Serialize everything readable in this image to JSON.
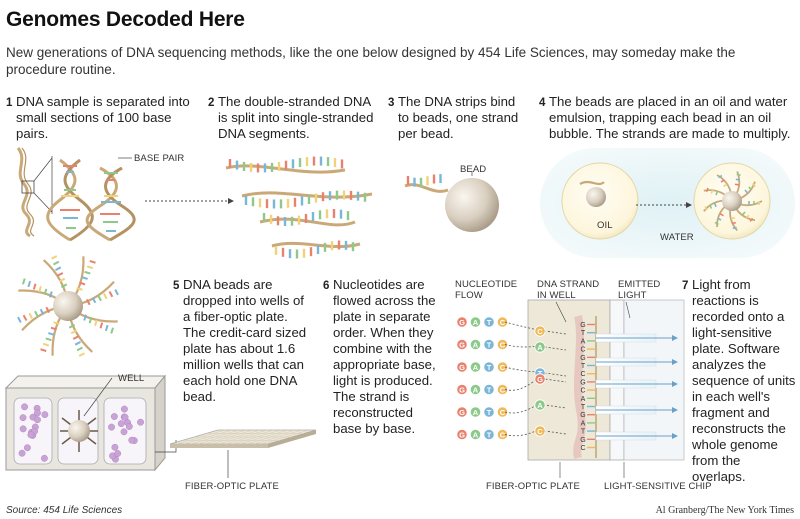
{
  "title": "Genomes Decoded Here",
  "subtitle": "New generations of DNA sequencing methods, like the one below designed by 454 Life Sciences, may someday make the procedure routine.",
  "steps": [
    {
      "num": "1",
      "text": "DNA sample is separated into small sections of 100 base pairs."
    },
    {
      "num": "2",
      "text": "The double-stranded DNA is split into single-stranded DNA segments."
    },
    {
      "num": "3",
      "text": "The DNA strips bind to beads, one strand per bead."
    },
    {
      "num": "4",
      "text": "The beads are placed in an oil and water emulsion, trapping each bead in an oil bubble. The strands are made to multiply."
    },
    {
      "num": "5",
      "text": "DNA beads are dropped into wells of a fiber-optic plate. The credit-card sized plate has about 1.6 million wells that can each hold one DNA bead."
    },
    {
      "num": "6",
      "text": "Nucleotides are flowed across the plate in separate order. When they combine with the appropriate base, light is produced. The strand is reconstructed base by base."
    },
    {
      "num": "7",
      "text": "Light from reactions is recorded onto a light-sensitive plate. Software analyzes the sequence of units in each well's fragment and reconstructs the whole genome from the overlaps."
    }
  ],
  "labels": {
    "base_pair": "BASE PAIR",
    "bead": "BEAD",
    "oil": "OIL",
    "water": "WATER",
    "well": "WELL",
    "fiber_optic_plate_5": "FIBER-OPTIC PLATE",
    "nucleotide_flow": "NUCLEOTIDE FLOW",
    "dna_strand_in_well": "DNA STRAND IN WELL",
    "emitted_light": "EMITTED LIGHT",
    "fiber_optic_plate_7": "FIBER-OPTIC PLATE",
    "light_sensitive_chip": "LIGHT-SENSITIVE CHIP"
  },
  "nucleotides": [
    "G",
    "A",
    "T",
    "C"
  ],
  "strand_letters": [
    "G",
    "T",
    "A",
    "C",
    "G",
    "T",
    "C",
    "G",
    "C",
    "A",
    "T",
    "G",
    "A",
    "T",
    "G",
    "C"
  ],
  "footer": {
    "source": "Source: 454 Life Sciences",
    "credit": "Al Granberg/The New York Times"
  },
  "colors": {
    "bead": "#d9cfc0",
    "helix": "#c9a978",
    "bubble": "#eaf5f7",
    "base_red": "#e8826e",
    "base_blue": "#7ab6d8",
    "base_green": "#8cc98a",
    "base_yellow": "#f1d27a",
    "well_purple": "#c9a3d6",
    "g_color": "#e8826e",
    "a_color": "#8cc98a",
    "t_color": "#7ab6d8",
    "c_color": "#f0b95a"
  }
}
